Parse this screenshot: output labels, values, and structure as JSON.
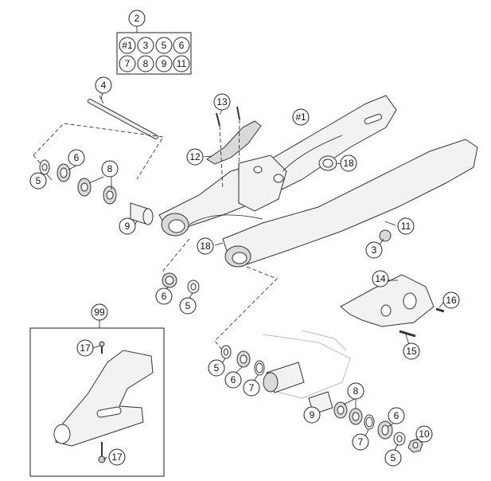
{
  "callouts": [
    {
      "id": "c2",
      "label": "2"
    },
    {
      "id": "c4",
      "label": "4"
    },
    {
      "id": "c6a",
      "label": "6"
    },
    {
      "id": "c8a",
      "label": "8"
    },
    {
      "id": "c5a",
      "label": "5"
    },
    {
      "id": "c9a",
      "label": "9"
    },
    {
      "id": "c13",
      "label": "13"
    },
    {
      "id": "c12",
      "label": "12"
    },
    {
      "id": "c1",
      "label": "#1"
    },
    {
      "id": "c18a",
      "label": "18"
    },
    {
      "id": "c11",
      "label": "11"
    },
    {
      "id": "c3",
      "label": "3"
    },
    {
      "id": "c18b",
      "label": "18"
    },
    {
      "id": "c6b",
      "label": "6"
    },
    {
      "id": "c5b",
      "label": "5"
    },
    {
      "id": "c14",
      "label": "14"
    },
    {
      "id": "c16",
      "label": "16"
    },
    {
      "id": "c15",
      "label": "15"
    },
    {
      "id": "c99",
      "label": "99"
    },
    {
      "id": "c17a",
      "label": "17"
    },
    {
      "id": "c17b",
      "label": "17"
    },
    {
      "id": "c5c",
      "label": "5"
    },
    {
      "id": "c6c",
      "label": "6"
    },
    {
      "id": "c7a",
      "label": "7"
    },
    {
      "id": "c8b",
      "label": "8"
    },
    {
      "id": "c9b",
      "label": "9"
    },
    {
      "id": "c6d",
      "label": "6"
    },
    {
      "id": "c10",
      "label": "10"
    },
    {
      "id": "c7b",
      "label": "7"
    },
    {
      "id": "c5d",
      "label": "5"
    }
  ],
  "kit_box": {
    "label": "2",
    "items": [
      "#1",
      "3",
      "5",
      "6",
      "7",
      "8",
      "9",
      "11"
    ]
  }
}
